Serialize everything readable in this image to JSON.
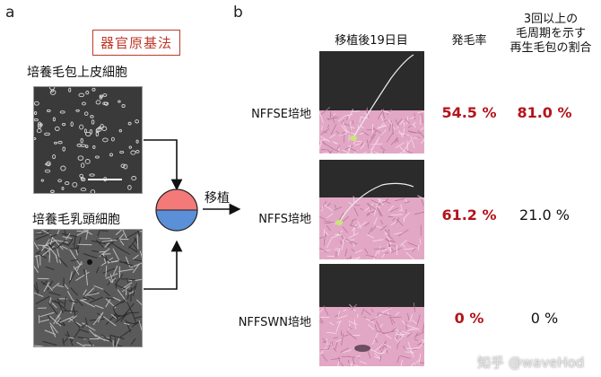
{
  "panel_a": {
    "label": "a",
    "method_title": "器官原基法",
    "epithelial_caption": "培養毛包上皮細胞",
    "papilla_caption": "培養毛乳頭細胞",
    "transplant_label": "移植",
    "colors": {
      "top_half": "#f47a7a",
      "bottom_half": "#5b8fd8"
    }
  },
  "panel_b": {
    "label": "b",
    "headers": {
      "image": "移植後19日目",
      "rate": "発毛率",
      "cycle": [
        "3回以上の",
        "毛周期を示す",
        "再生毛包の割合"
      ]
    },
    "rows": [
      {
        "name": "NFFSE培地",
        "rate": "54.5 %",
        "cycle": "81.0 %",
        "rate_highlight": true,
        "cycle_highlight": true
      },
      {
        "name": "NFFS培地",
        "rate": "61.2 %",
        "cycle": "21.0 %",
        "rate_highlight": true,
        "cycle_highlight": false
      },
      {
        "name": "NFFSWN培地",
        "rate": "0 %",
        "cycle": "0 %",
        "rate_highlight": true,
        "cycle_highlight": false
      }
    ]
  },
  "watermark": "知乎 @waveHod"
}
